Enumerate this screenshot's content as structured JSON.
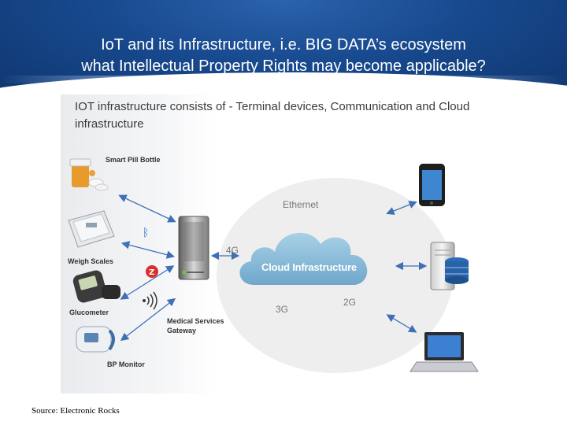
{
  "header": {
    "title_line1": "IoT and its Infrastructure, i.e. BIG DATA’s ecosystem",
    "title_line2": "what Intellectual Property Rights may become applicable?"
  },
  "figure": {
    "heading_line1": "IOT infrastructure consists of - Terminal devices, Communication and Cloud",
    "heading_line2": "infrastructure",
    "devices": {
      "pill_bottle": "Smart Pill Bottle",
      "weigh_scales": "Weigh Scales",
      "glucometer": "Glucometer",
      "bp_monitor": "BP Monitor"
    },
    "gateway_label_line1": "Medical Services",
    "gateway_label_line2": "Gateway",
    "network": {
      "ethernet": "Ethernet",
      "g4": "4G",
      "g3": "3G",
      "g2": "2G"
    },
    "cloud_label": "Cloud Infrastructure"
  },
  "footer": {
    "source": "Source: Electronic Rocks"
  },
  "colors": {
    "header_blue": "#184a8f",
    "cloud_blue": "#8fc0dc",
    "arrow_blue": "#3f6fb6"
  }
}
